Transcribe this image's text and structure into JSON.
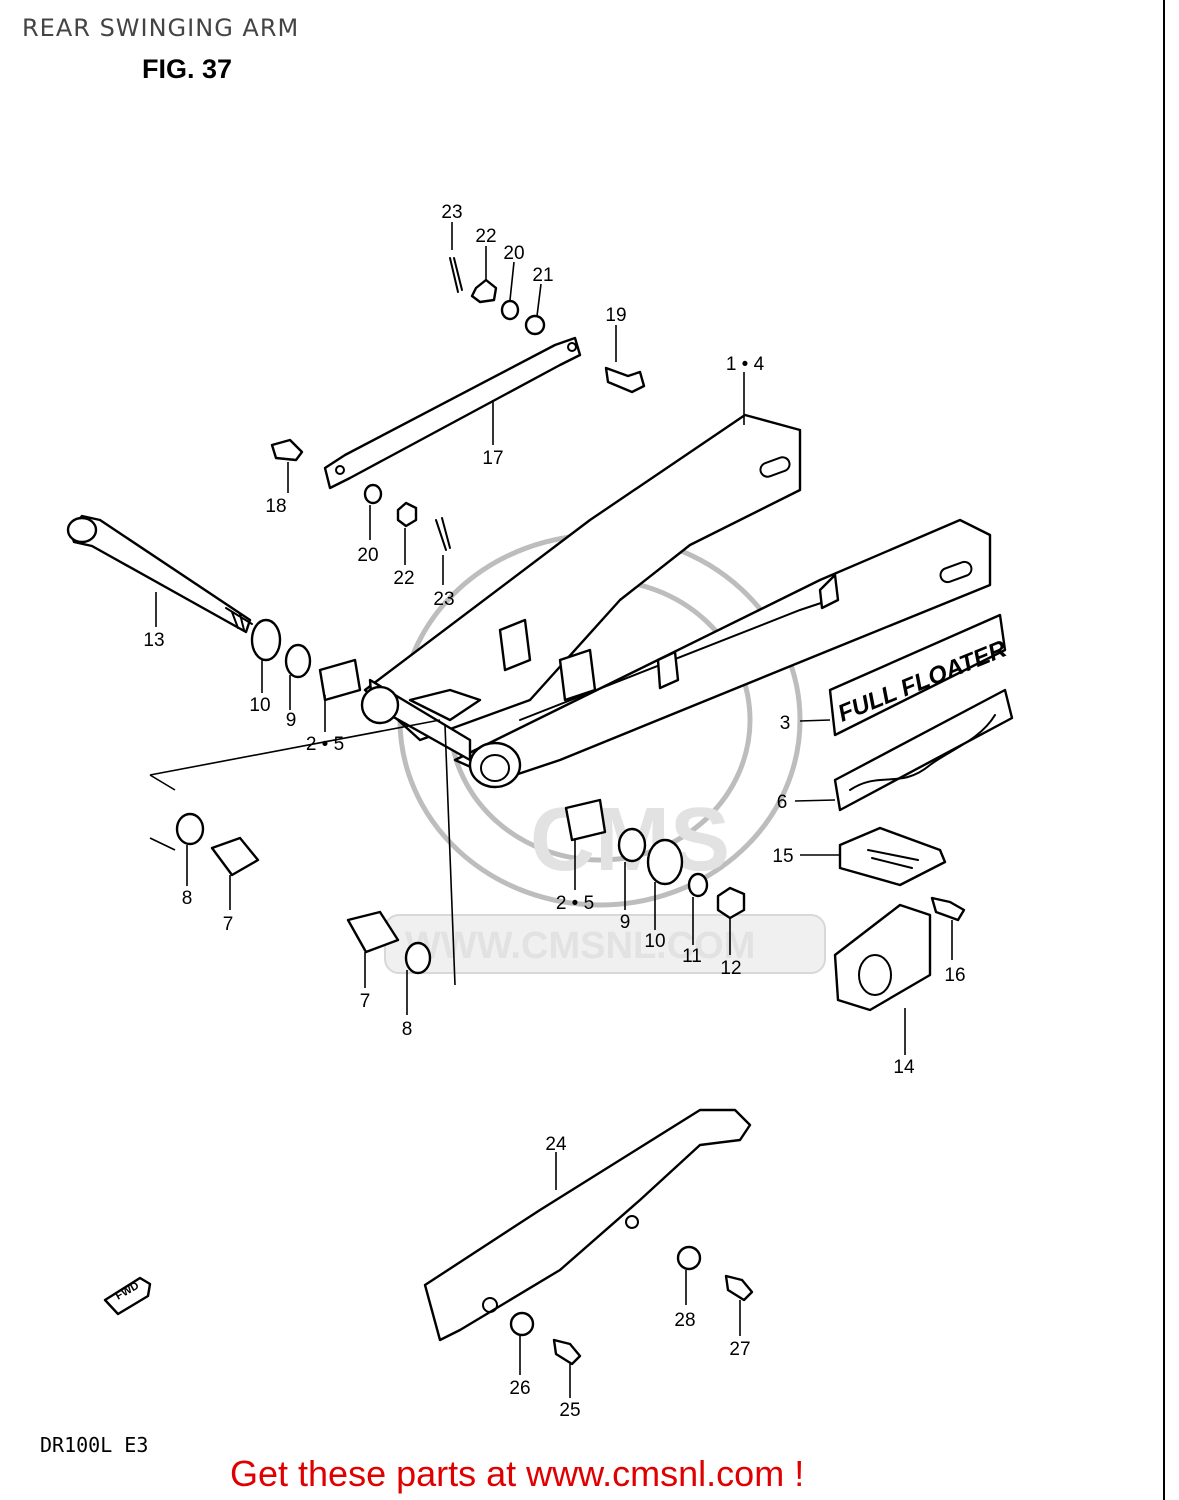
{
  "title": "REAR SWINGING ARM",
  "figure": "FIG. 37",
  "model": "DR100L  E3",
  "footer_link": "Get these parts at www.cmsnl.com !",
  "decals": {
    "full_floater": "FULL FLOATER",
    "direction": "FWD"
  },
  "watermark": {
    "logo": "CMS",
    "url": "WWW.CMSNL.COM"
  },
  "callouts": {
    "c_23_top": "23",
    "c_22_top": "22",
    "c_20_top": "20",
    "c_21": "21",
    "c_19": "19",
    "c_1_4": "1 • 4",
    "c_17": "17",
    "c_18": "18",
    "c_20_mid": "20",
    "c_22_mid": "22",
    "c_23_mid": "23",
    "c_13": "13",
    "c_10_left": "10",
    "c_9_left": "9",
    "c_2_5_left": "2 • 5",
    "c_3": "3",
    "c_6": "6",
    "c_15": "15",
    "c_8_left": "8",
    "c_7_left": "7",
    "c_2_5_right": "2 • 5",
    "c_9_right": "9",
    "c_10_right": "10",
    "c_11": "11",
    "c_12": "12",
    "c_16": "16",
    "c_7_bottom": "7",
    "c_8_bottom": "8",
    "c_14": "14",
    "c_24": "24",
    "c_28": "28",
    "c_27": "27",
    "c_26": "26",
    "c_25": "25"
  }
}
